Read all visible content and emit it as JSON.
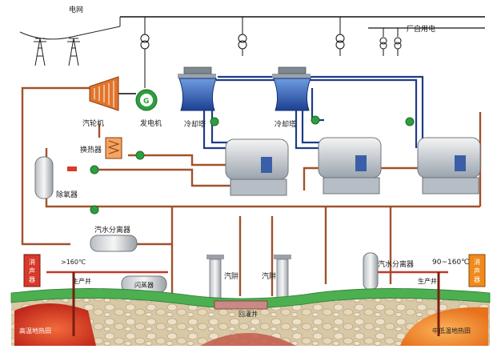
{
  "labels": {
    "grid": "电网",
    "plant_power": "厂自用电",
    "turbine": "汽轮机",
    "generator": "发电机",
    "generator_symbol": "G",
    "cooling_tower_1": "冷却塔",
    "cooling_tower_2": "冷却塔",
    "heat_exchanger": "换热器",
    "deaerator": "除氧器",
    "separator_left": "汽水分离器",
    "separator_right": "汽水分离器",
    "temp_left": ">160℃",
    "temp_right": "90~160℃",
    "well_left": "生产井",
    "well_right": "生产井",
    "flash_vessel": "闪蒸器",
    "steam_pump_1": "汽阱",
    "steam_pump_2": "汽阱",
    "reinjection_well": "回灌井",
    "field_high": "高温地热田",
    "field_low": "中低温地热田",
    "box_left_1": "消",
    "box_left_2": "声",
    "box_left_3": "器",
    "box_right_1": "消",
    "box_right_2": "声",
    "box_right_3": "器"
  },
  "colors": {
    "power_line": "#111111",
    "hot_pipe": "#a0522d",
    "red_pipe": "#c0392b",
    "blue_pipe": "#1f3a8a",
    "cooling_tower": "#2b5fb8",
    "valve_green": "#2e9e3f",
    "turbine": "#e2742a",
    "ground_grass": "#4caf50",
    "ground_soil": "#c9b48a",
    "hot_field": "#d7301f",
    "warm_field": "#f28c28"
  }
}
